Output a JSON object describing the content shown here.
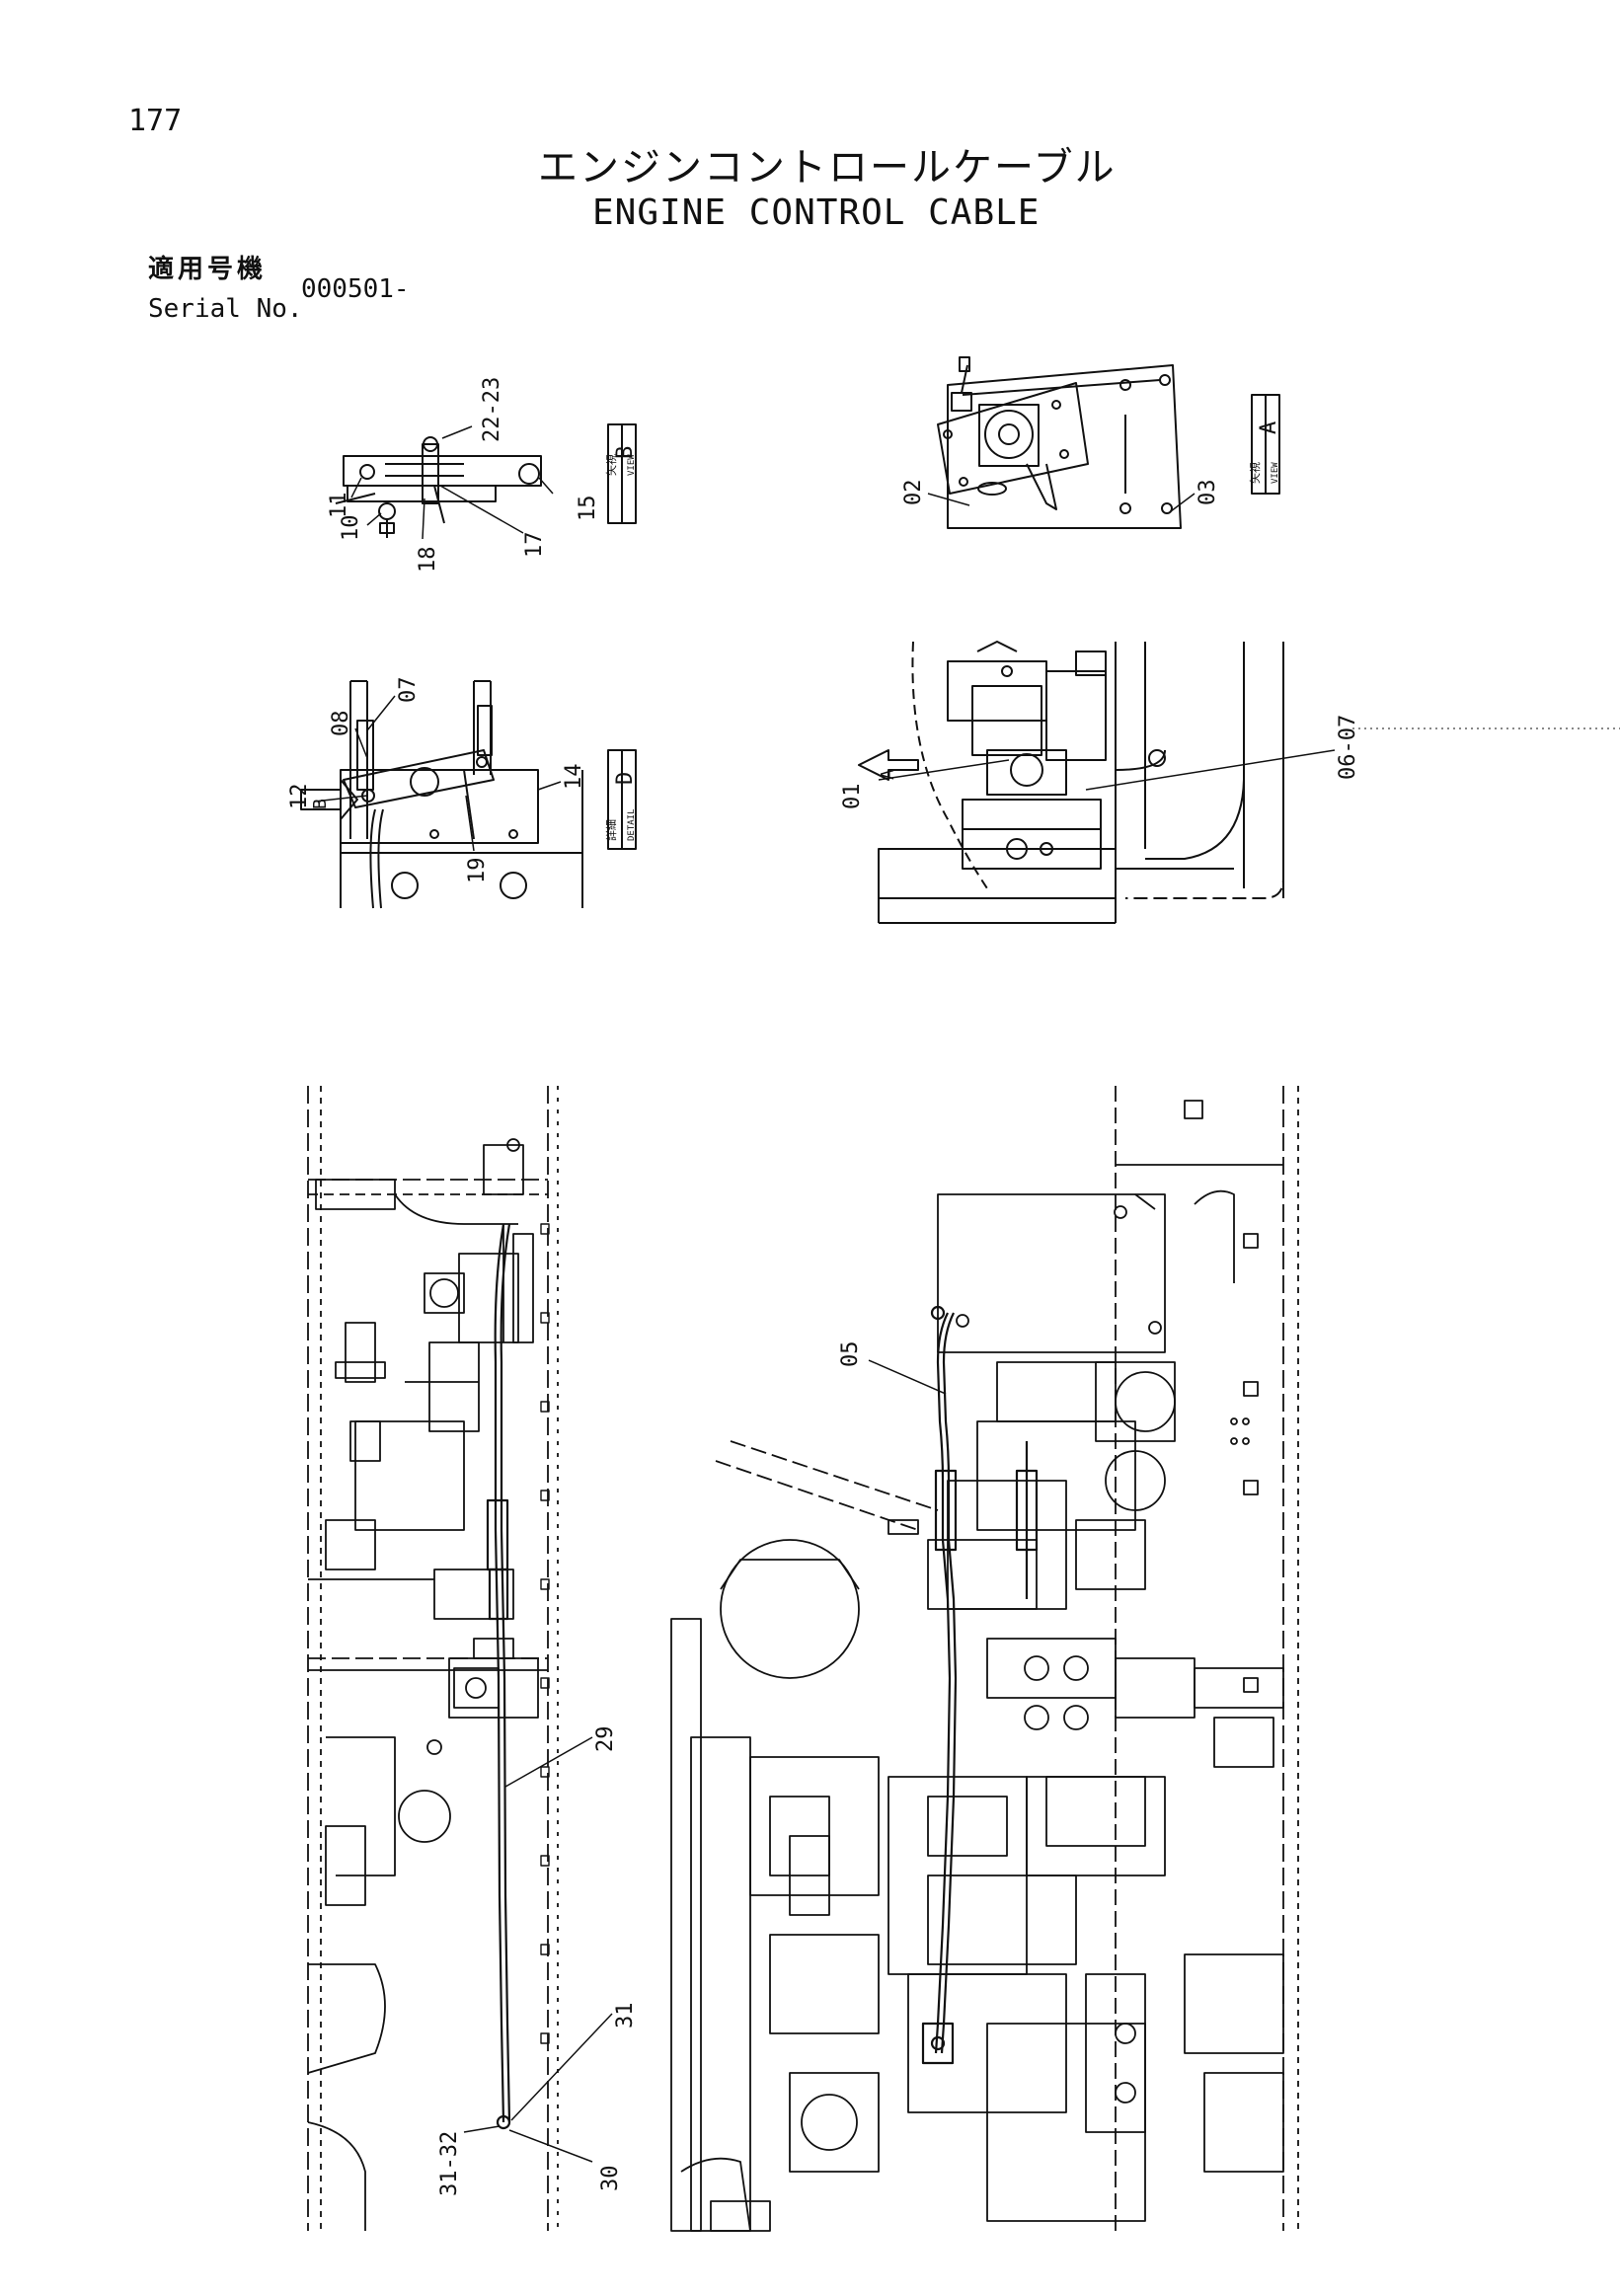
{
  "page_number": "177",
  "title_jp": "エンジンコントロールケーブル",
  "title_en": "ENGINE CONTROL CABLE",
  "serial": {
    "label_jp": "適用号機",
    "label_en": "Serial No.",
    "value": "000501-"
  },
  "views": {
    "view_b": {
      "tag_jp": "矢視",
      "tag_en": "VIEW",
      "letter": "B"
    },
    "view_a": {
      "tag_jp": "矢視",
      "tag_en": "VIEW",
      "letter": "A"
    },
    "detail_d": {
      "tag_jp": "詳細",
      "tag_en": "DETAIL",
      "letter": "D"
    }
  },
  "arrows": {
    "a": "A",
    "b": "B"
  },
  "callouts": {
    "c22_23": "22-23",
    "c11": "11",
    "c10": "10",
    "c18": "18",
    "c17": "17",
    "c15": "15",
    "c02": "02",
    "c03": "03",
    "c08": "08",
    "c07": "07",
    "c12": "12",
    "c19": "19",
    "c14": "14",
    "c01": "01",
    "c06_07": "06-07",
    "c05": "05",
    "c29": "29",
    "c31": "31",
    "c31_32": "31-32",
    "c30": "30"
  }
}
